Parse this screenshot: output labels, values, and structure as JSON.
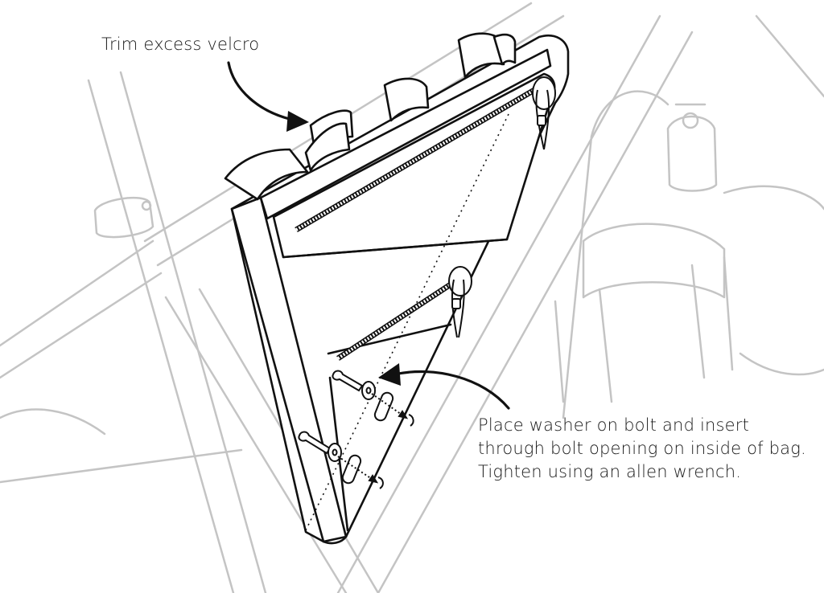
{
  "callouts": {
    "trim_velcro": "Trim excess velcro",
    "place_washer": [
      "Place washer on bolt and insert",
      "through bolt opening on inside of bag.",
      "Tighten using an allen wrench."
    ]
  },
  "colors": {
    "frame_line": "#c4c4c4",
    "bag_outline": "#111111",
    "bag_fill": "#ffffff",
    "text": "#1a1a1a"
  }
}
